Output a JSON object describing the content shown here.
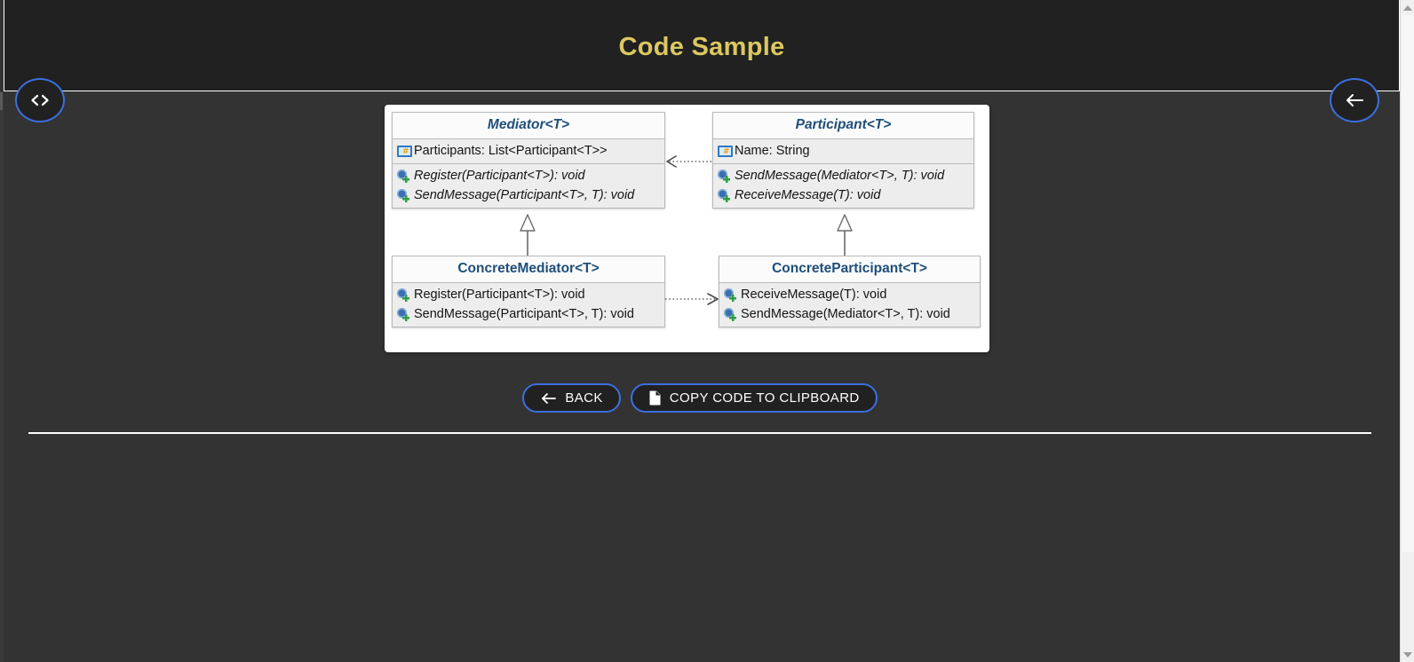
{
  "header": {
    "title": "Code Sample",
    "title_color": "#dbc860",
    "background": "#212121"
  },
  "fabs": [
    {
      "name": "code-toggle",
      "icon": "code-icon",
      "label": "<>"
    },
    {
      "name": "back-nav",
      "icon": "arrow-left-icon",
      "label": "←"
    }
  ],
  "actions": {
    "back_label": "BACK",
    "back_icon": "arrow-left-icon",
    "copy_label": "COPY CODE TO CLIPBOARD",
    "copy_icon": "document-copy-icon",
    "accent_color": "#3b6fe0"
  },
  "diagram": {
    "type": "uml-class-diagram",
    "pattern": "Mediator",
    "classes": [
      {
        "id": "mediator",
        "name": "Mediator<T>",
        "abstract": true,
        "fields": [
          {
            "icon": "field-icon",
            "text": "Participants: List<Participant<T>>"
          }
        ],
        "methods": [
          {
            "icon": "method-icon",
            "text": "Register(Participant<T>): void",
            "abstract": true
          },
          {
            "icon": "method-icon",
            "text": "SendMessage(Participant<T>, T): void",
            "abstract": true
          }
        ]
      },
      {
        "id": "participant",
        "name": "Participant<T>",
        "abstract": true,
        "fields": [
          {
            "icon": "field-icon",
            "text": "Name: String"
          }
        ],
        "methods": [
          {
            "icon": "method-icon",
            "text": "SendMessage(Mediator<T>, T): void",
            "abstract": true
          },
          {
            "icon": "method-icon",
            "text": "ReceiveMessage(T): void",
            "abstract": true
          }
        ]
      },
      {
        "id": "concrete-mediator",
        "name": "ConcreteMediator<T>",
        "abstract": false,
        "fields": [],
        "methods": [
          {
            "icon": "method-icon",
            "text": "Register(Participant<T>): void",
            "abstract": false
          },
          {
            "icon": "method-icon",
            "text": "SendMessage(Participant<T>, T): void",
            "abstract": false
          }
        ]
      },
      {
        "id": "concrete-participant",
        "name": "ConcreteParticipant<T>",
        "abstract": false,
        "fields": [],
        "methods": [
          {
            "icon": "method-icon",
            "text": "ReceiveMessage(T): void",
            "abstract": false
          },
          {
            "icon": "method-icon",
            "text": "SendMessage(Mediator<T>, T): void",
            "abstract": false
          }
        ]
      }
    ],
    "relations": [
      {
        "from": "participant",
        "to": "mediator",
        "kind": "dependency"
      },
      {
        "from": "concrete-mediator",
        "to": "mediator",
        "kind": "generalization"
      },
      {
        "from": "concrete-participant",
        "to": "participant",
        "kind": "generalization"
      },
      {
        "from": "concrete-mediator",
        "to": "concrete-participant",
        "kind": "dependency"
      }
    ]
  },
  "scrollbar": {
    "up_icon": "triangle-up-icon",
    "down_icon": "triangle-down-icon"
  }
}
